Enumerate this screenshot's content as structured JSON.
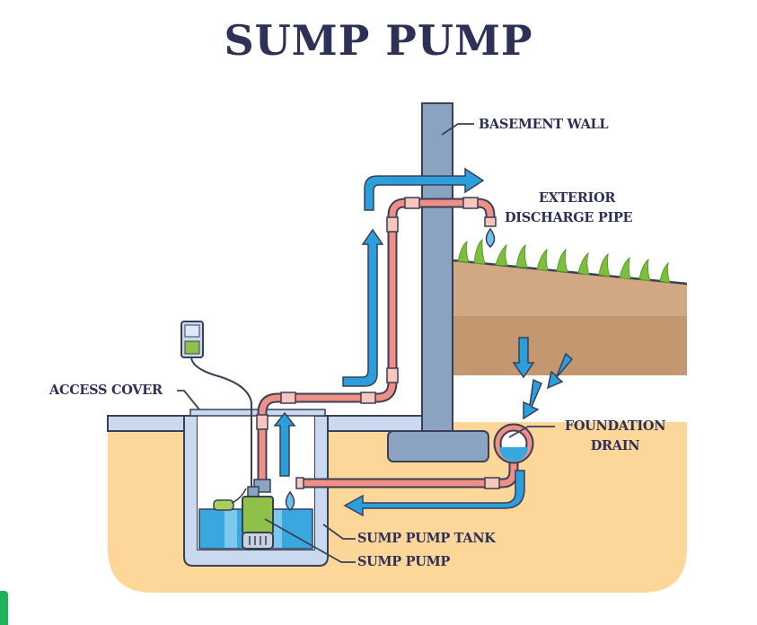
{
  "title": "SUMP PUMP",
  "labels": {
    "basement_wall": "BASEMENT WALL",
    "exterior_discharge_pipe_line1": "EXTERIOR",
    "exterior_discharge_pipe_line2": "DISCHARGE PIPE",
    "access_cover": "ACCESS COVER",
    "foundation_drain_line1": "FOUNDATION",
    "foundation_drain_line2": "DRAIN",
    "sump_pump_tank": "SUMP PUMP TANK",
    "sump_pump": "SUMP PUMP"
  },
  "colors": {
    "title_text": "#2e3157",
    "outline": "#3a3f55",
    "wall": "#8aa3c0",
    "tank": "#c9daf0",
    "soil_sand": "#fdd79a",
    "soil_top": "#d2a882",
    "soil_mid": "#c39770",
    "pipe": "#ef8f86",
    "pipe_joint": "#f6c6bf",
    "water_arrow": "#2b9fdc",
    "water": "#3aa8e0",
    "pump_body": "#8fc048",
    "grass": "#7cbf3c"
  }
}
